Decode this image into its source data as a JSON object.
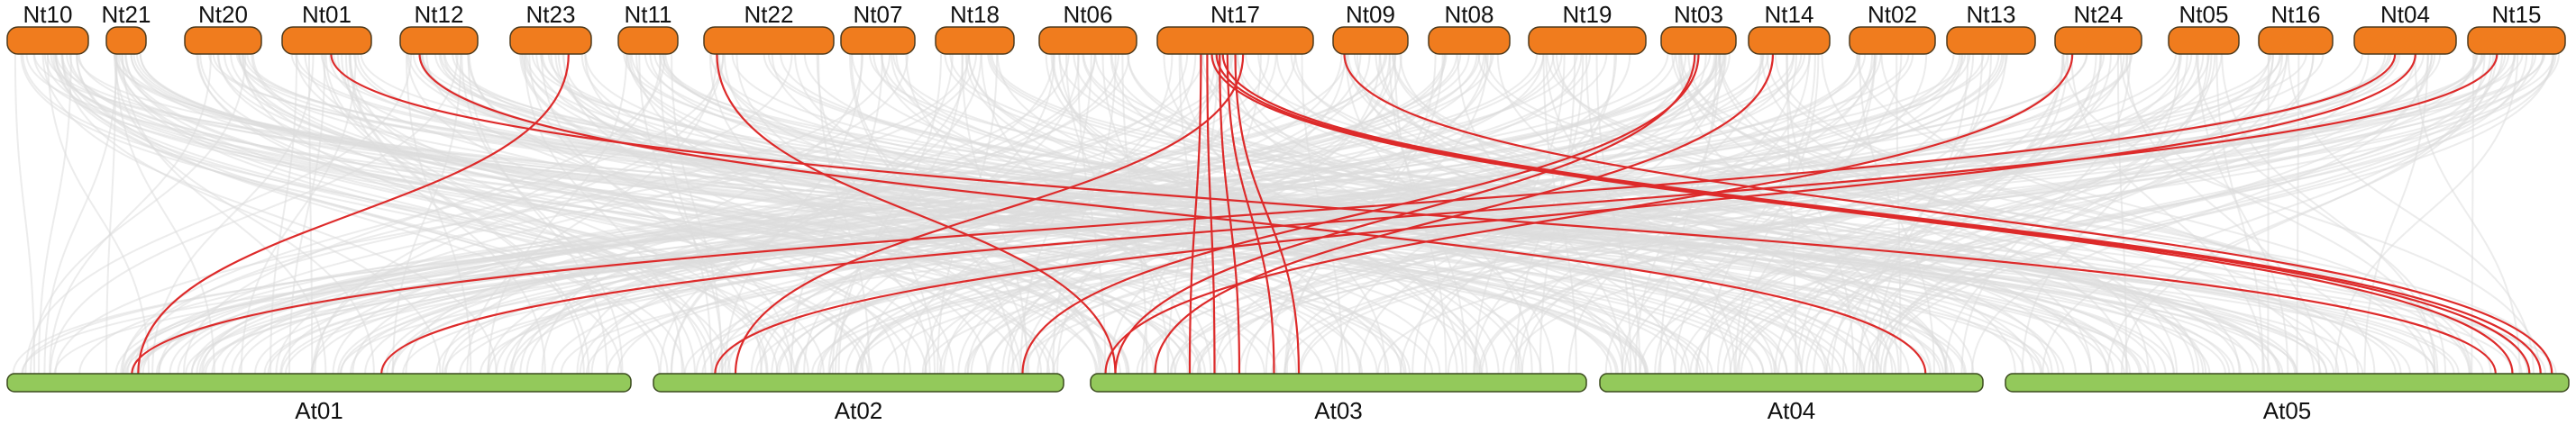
{
  "colors": {
    "nt_chromosome": "#F07C1E",
    "at_chromosome": "#93C95B",
    "background_link": "#DCDCDC",
    "highlight_link": "#DD2A2A"
  },
  "nt_chromosomes": [
    "Nt10",
    "Nt21",
    "Nt20",
    "Nt01",
    "Nt12",
    "Nt23",
    "Nt11",
    "Nt22",
    "Nt07",
    "Nt18",
    "Nt06",
    "Nt17",
    "Nt09",
    "Nt08",
    "Nt19",
    "Nt03",
    "Nt14",
    "Nt02",
    "Nt13",
    "Nt24",
    "Nt05",
    "Nt16",
    "Nt04",
    "Nt15"
  ],
  "at_chromosomes": [
    "At01",
    "At02",
    "At03",
    "At04",
    "At05"
  ],
  "highlighted_links": [
    {
      "from": "Nt01",
      "to": "At05"
    },
    {
      "from": "Nt12",
      "to": "At04"
    },
    {
      "from": "Nt23",
      "to": "At01"
    },
    {
      "from": "Nt22",
      "to": "At03"
    },
    {
      "from": "Nt17",
      "to": "At02"
    },
    {
      "from": "Nt17",
      "to": "At03"
    },
    {
      "from": "Nt17",
      "to": "At03"
    },
    {
      "from": "Nt17",
      "to": "At03"
    },
    {
      "from": "Nt17",
      "to": "At03"
    },
    {
      "from": "Nt17",
      "to": "At03"
    },
    {
      "from": "Nt17",
      "to": "At05"
    },
    {
      "from": "Nt17",
      "to": "At05"
    },
    {
      "from": "Nt17",
      "to": "At05"
    },
    {
      "from": "Nt09",
      "to": "At05"
    },
    {
      "from": "Nt03",
      "to": "At02"
    },
    {
      "from": "Nt03",
      "to": "At03"
    },
    {
      "from": "Nt14",
      "to": "At03"
    },
    {
      "from": "Nt24",
      "to": "At03"
    },
    {
      "from": "Nt04",
      "to": "At01"
    },
    {
      "from": "Nt04",
      "to": "At02"
    },
    {
      "from": "Nt15",
      "to": "At01"
    }
  ]
}
